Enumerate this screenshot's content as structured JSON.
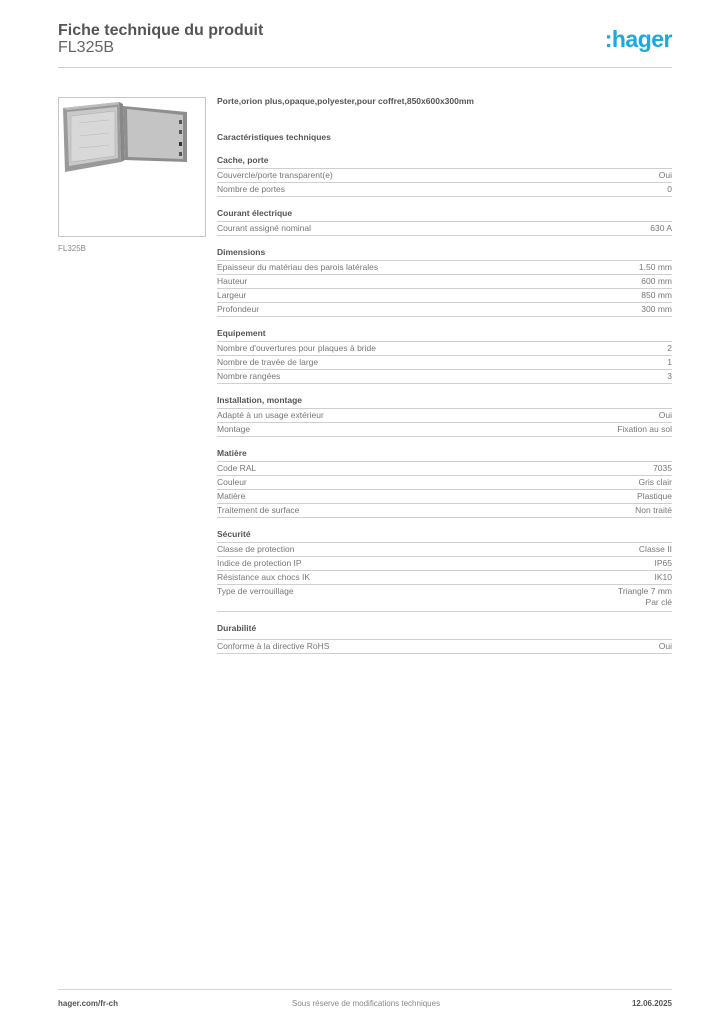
{
  "header": {
    "title": "Fiche technique du produit",
    "code": "FL325B",
    "logo": ":hager"
  },
  "product": {
    "image_caption": "FL325B",
    "description": "Porte,orion plus,opaque,polyester,pour coffret,850x600x300mm",
    "tech_title": "Caractéristiques techniques"
  },
  "sections": [
    {
      "title": "Cache, porte",
      "rows": [
        {
          "label": "Couvercle/porte transparent(e)",
          "value": "Oui"
        },
        {
          "label": "Nombre de portes",
          "value": "0"
        }
      ]
    },
    {
      "title": "Courant électrique",
      "rows": [
        {
          "label": "Courant assigné nominal",
          "value": "630 A"
        }
      ]
    },
    {
      "title": "Dimensions",
      "rows": [
        {
          "label": "Epaisseur du matériau des parois latérales",
          "value": "1.50 mm"
        },
        {
          "label": "Hauteur",
          "value": "600 mm"
        },
        {
          "label": "Largeur",
          "value": "850 mm"
        },
        {
          "label": "Profondeur",
          "value": "300 mm"
        }
      ]
    },
    {
      "title": "Equipement",
      "rows": [
        {
          "label": "Nombre d'ouvertures pour plaques à bride",
          "value": "2"
        },
        {
          "label": "Nombre de travée de large",
          "value": "1"
        },
        {
          "label": "Nombre rangées",
          "value": "3"
        }
      ]
    },
    {
      "title": "Installation, montage",
      "rows": [
        {
          "label": "Adapté à un usage extérieur",
          "value": "Oui"
        },
        {
          "label": "Montage",
          "value": "Fixation au sol"
        }
      ]
    },
    {
      "title": "Matière",
      "rows": [
        {
          "label": "Code RAL",
          "value": "7035"
        },
        {
          "label": "Couleur",
          "value": "Gris clair"
        },
        {
          "label": "Matière",
          "value": "Plastique"
        },
        {
          "label": "Traitement de surface",
          "value": "Non traité"
        }
      ]
    },
    {
      "title": "Sécurité",
      "rows": [
        {
          "label": "Classe de protection",
          "value": "Classe II"
        },
        {
          "label": "Indice de protection IP",
          "value": "IP65"
        },
        {
          "label": "Résistance aux chocs IK",
          "value": "IK10"
        },
        {
          "label": "Type de verrouillage",
          "value": "Triangle 7 mm\nPar clé"
        }
      ]
    },
    {
      "title": "Durabilité",
      "rows": [
        {
          "label": "Conforme à la directive RoHS",
          "value": "Oui"
        }
      ]
    }
  ],
  "footer": {
    "website": "hager.com/fr-ch",
    "disclaimer": "Sous réserve de modifications techniques",
    "date": "12.06.2025"
  },
  "colors": {
    "brand": "#1aa9e1",
    "rule": "#cfcfcf"
  }
}
